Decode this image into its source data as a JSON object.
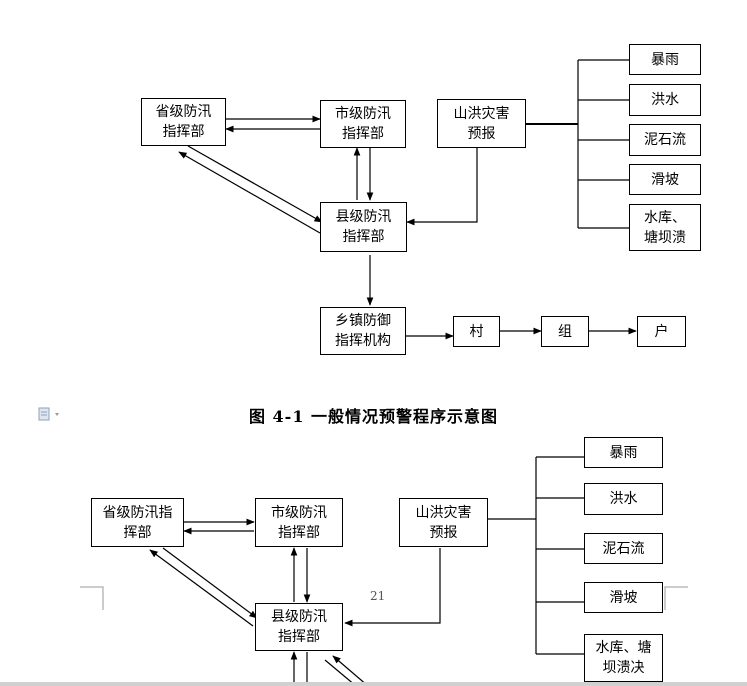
{
  "diagram1": {
    "provincial": "省级防汛\n指挥部",
    "city": "市级防汛\n指挥部",
    "county": "县级防汛\n指挥部",
    "forecast": "山洪灾害\n预报",
    "town": "乡镇防御\n指挥机构",
    "village": "村",
    "group": "组",
    "household": "户",
    "hazards": [
      "暴雨",
      "洪水",
      "泥石流",
      "滑坡",
      "水库、\n塘坝溃"
    ]
  },
  "caption": "图 4-1  一般情况预警程序示意图",
  "page_number": "21",
  "diagram2": {
    "provincial": "省级防汛指\n挥部",
    "city": "市级防汛\n指挥部",
    "county": "县级防汛\n指挥部",
    "forecast": "山洪灾害\n预报",
    "hazards": [
      "暴雨",
      "洪水",
      "泥石流",
      "滑坡",
      "水库、塘\n坝溃决"
    ]
  }
}
